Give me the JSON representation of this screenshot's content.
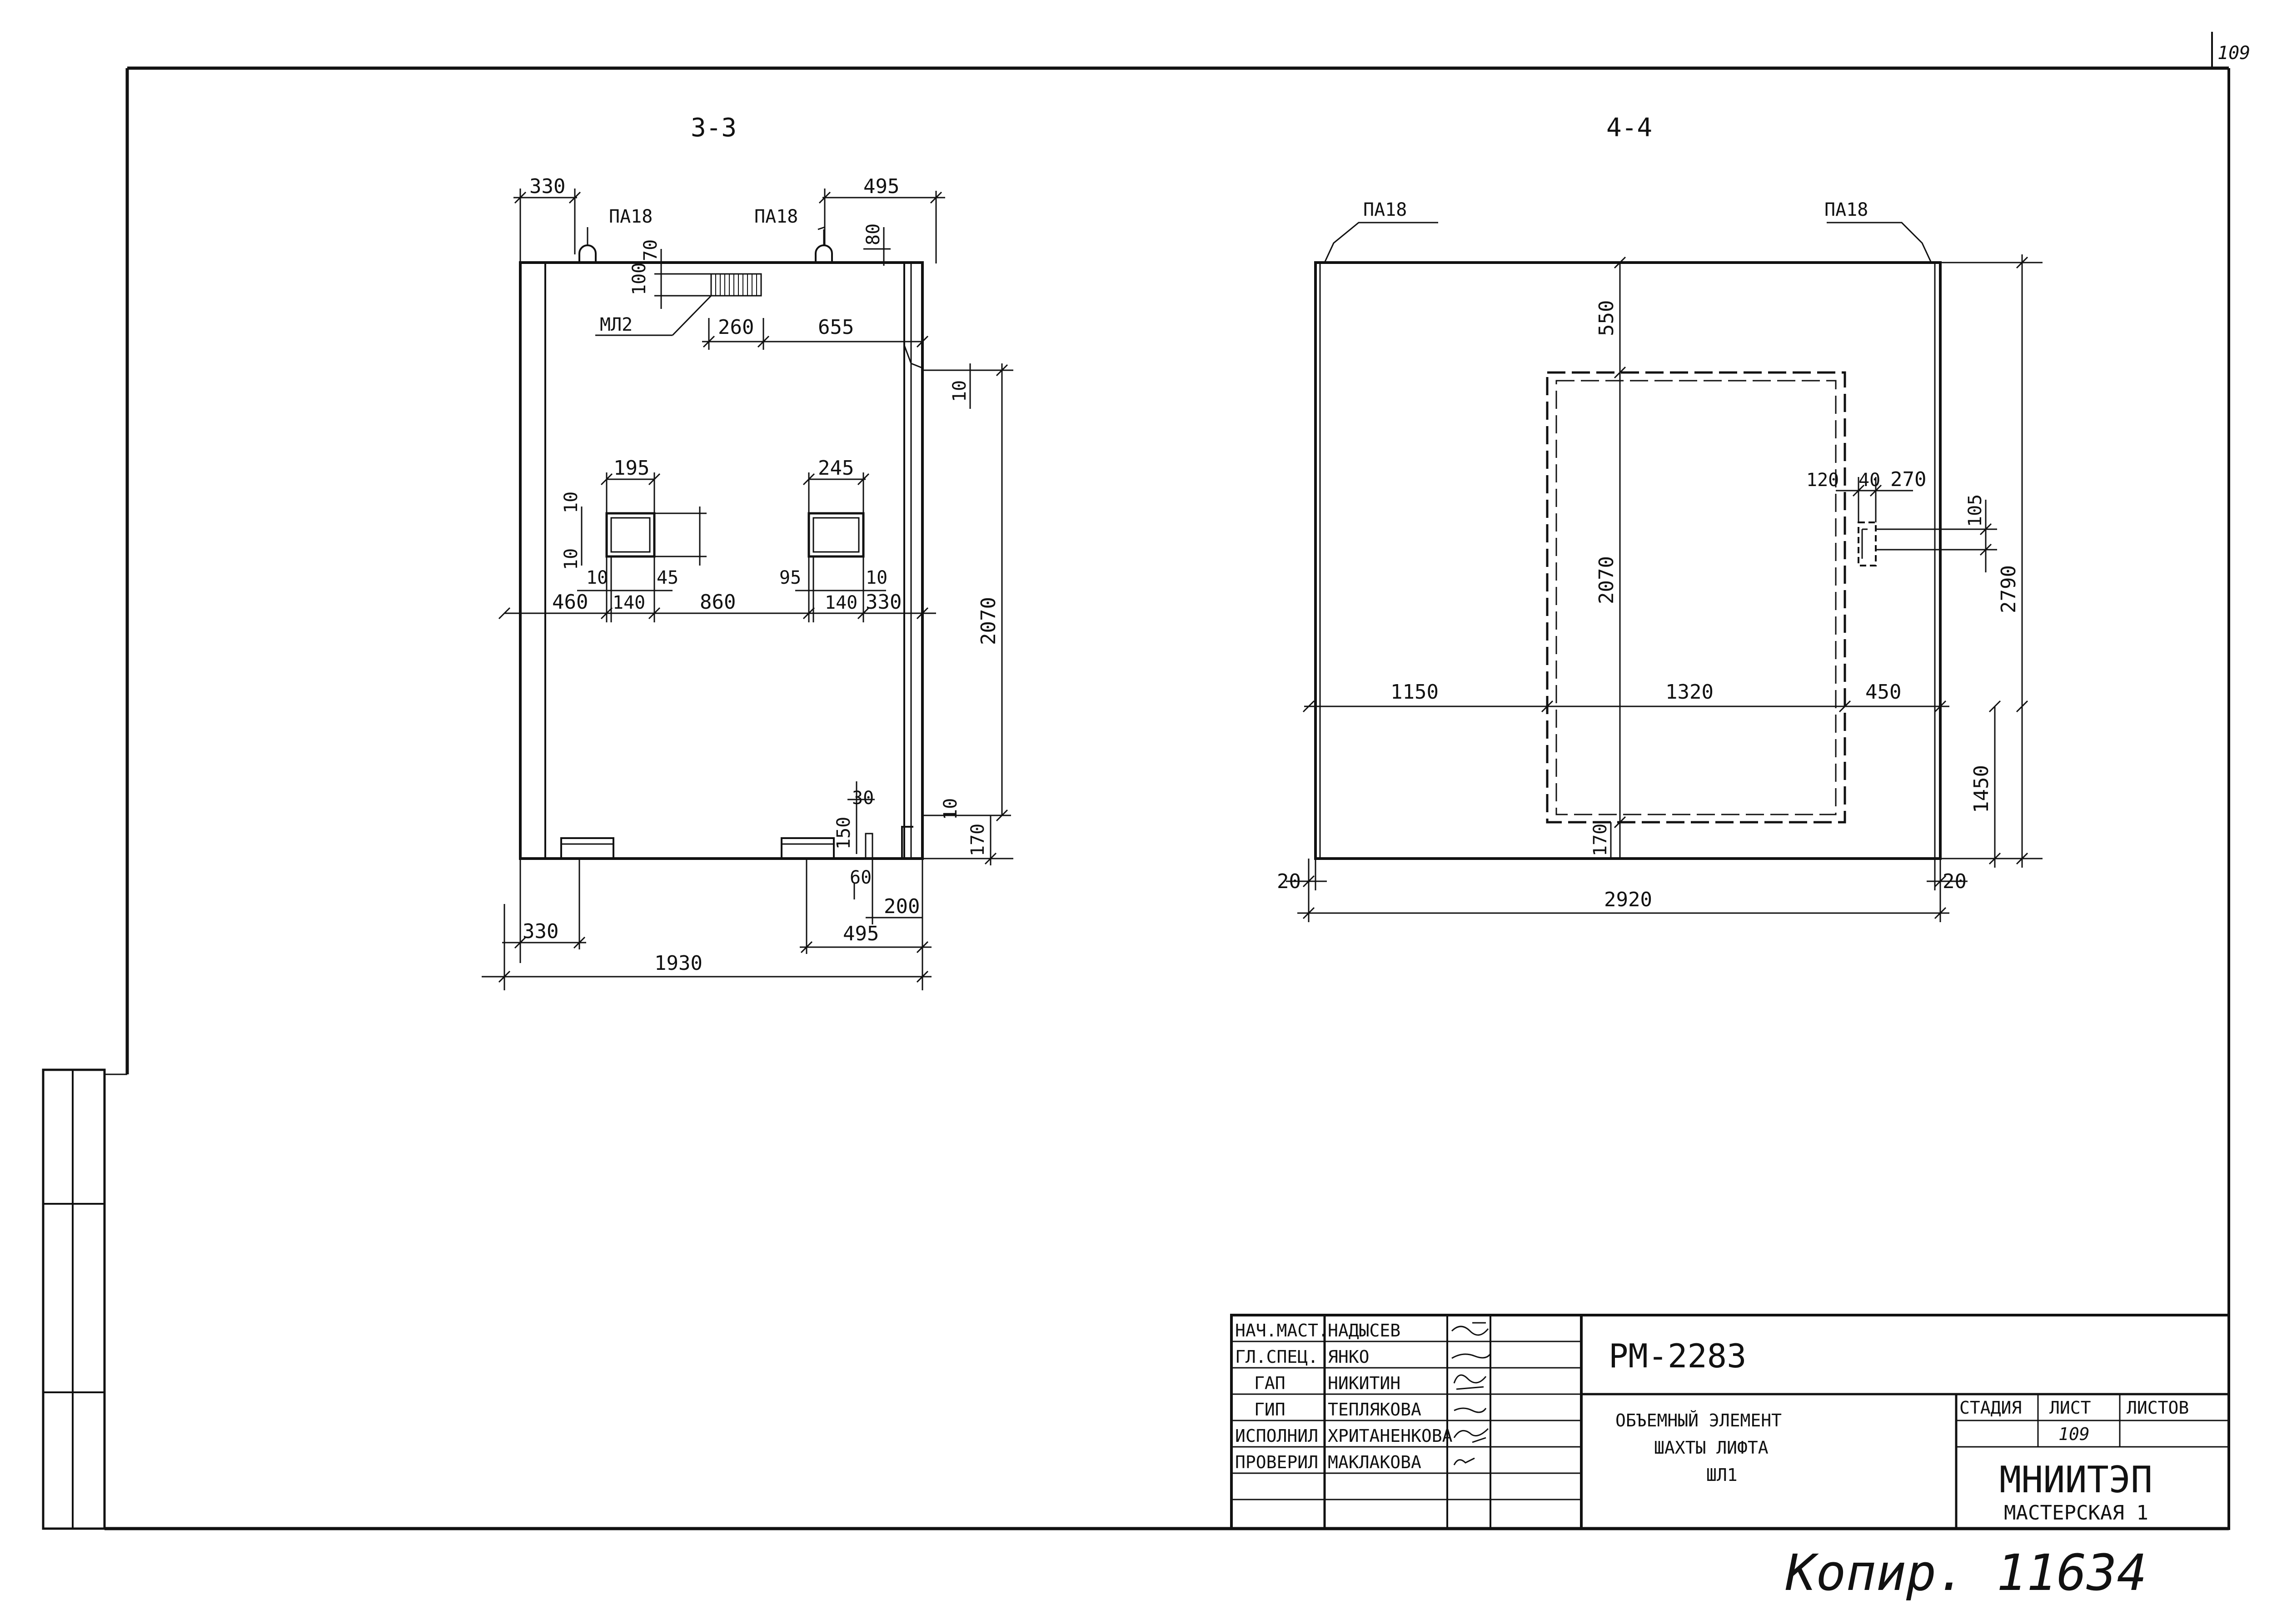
{
  "sheet_corner_number": "109",
  "section_3_3": {
    "title": "3-3",
    "callouts": {
      "pa_left": "ПА18",
      "pa_right": "ПА18",
      "ml": "МЛ2"
    },
    "dims": {
      "top_left": "330",
      "top_right": "495",
      "d80": "80",
      "d70": "70",
      "d100": "100",
      "d260": "260",
      "d655": "655",
      "d10_right": "10",
      "d2070": "2070",
      "d195": "195",
      "d245": "245",
      "d10_a": "10",
      "d10_b": "10",
      "d10_c": "10",
      "d45": "45",
      "d95": "95",
      "d10_d": "10",
      "d460": "460",
      "d140_a": "140",
      "d860": "860",
      "d140_b": "140",
      "d330_row": "330",
      "d30": "30",
      "d150": "150",
      "d60": "60",
      "d10_low": "10",
      "d170": "170",
      "bot_330": "330",
      "bot_200": "200",
      "bot_495": "495",
      "bot_1930": "1930"
    }
  },
  "section_4_4": {
    "title": "4-4",
    "callouts": {
      "pa_left": "ПА18",
      "pa_right": "ПА18"
    },
    "dims": {
      "d550": "550",
      "d2070": "2070",
      "d120": "120",
      "d40": "40",
      "d270": "270",
      "d105": "105",
      "d2790": "2790",
      "d1150": "1150",
      "d1320": "1320",
      "d450": "450",
      "d1450": "1450",
      "d170": "170",
      "d20_left": "20",
      "d20_right": "20",
      "d2920": "2920"
    }
  },
  "title_block": {
    "roles": [
      "НАЧ.МАСТ.",
      "ГЛ.СПЕЦ.",
      "ГАП",
      "ГИП",
      "ИСПОЛНИЛ",
      "ПРОВЕРИЛ"
    ],
    "names": [
      "НАДЫСЕВ",
      "ЯНКО",
      "НИКИТИН",
      "ТЕПЛЯКОВА",
      "ХРИТАНЕНКОВА",
      "МАКЛАКОВА"
    ],
    "code": "РМ-2283",
    "desc_line1": "ОБЪЕМНЫЙ ЭЛЕМЕНТ",
    "desc_line2": "ШАХТЫ ЛИФТА",
    "desc_line3": "ШЛ1",
    "col_stage": "СТАДИЯ",
    "col_sheet": "ЛИСТ",
    "col_sheets": "ЛИСТОВ",
    "sheet_no": "109",
    "org": "МНИИТЭП",
    "workshop": "МАСТЕРСКАЯ 1"
  },
  "handwritten_note": "Копир. 11634"
}
